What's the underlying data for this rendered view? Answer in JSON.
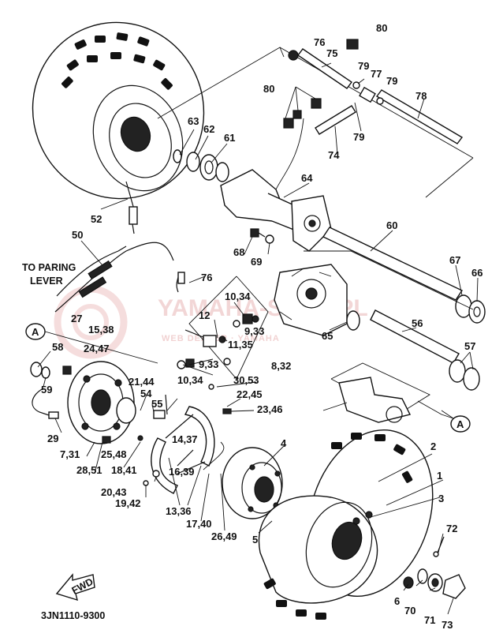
{
  "callouts": [
    "80",
    "76",
    "75",
    "79",
    "77",
    "79",
    "78",
    "80",
    "79",
    "74",
    "63",
    "62",
    "61",
    "64",
    "52",
    "50",
    "60",
    "68",
    "69",
    "76",
    "67",
    "66",
    "10,34",
    "12",
    "15,38",
    "24,47",
    "9,33",
    "11,35",
    "65",
    "56",
    "58",
    "59",
    "9,33",
    "10,34",
    "8,32",
    "57",
    "21,44",
    "30,53",
    "54",
    "22,45",
    "55",
    "23,46",
    "29",
    "7,31",
    "25,48",
    "28,51",
    "18,41",
    "14,37",
    "16,39",
    "4",
    "2",
    "1",
    "3",
    "20,43",
    "19,42",
    "13,36",
    "17,40",
    "26,49",
    "5",
    "72",
    "6",
    "70",
    "71",
    "73"
  ],
  "note_lever": [
    "TO PARING",
    "LEVER"
  ],
  "ref_a": "A",
  "fwd": "FWD",
  "drawing_code": "3JN1110-9300",
  "watermark": "YAMAHA-SHOP.PL",
  "watermark_sub": "WEB DEALER · YAMAHA"
}
